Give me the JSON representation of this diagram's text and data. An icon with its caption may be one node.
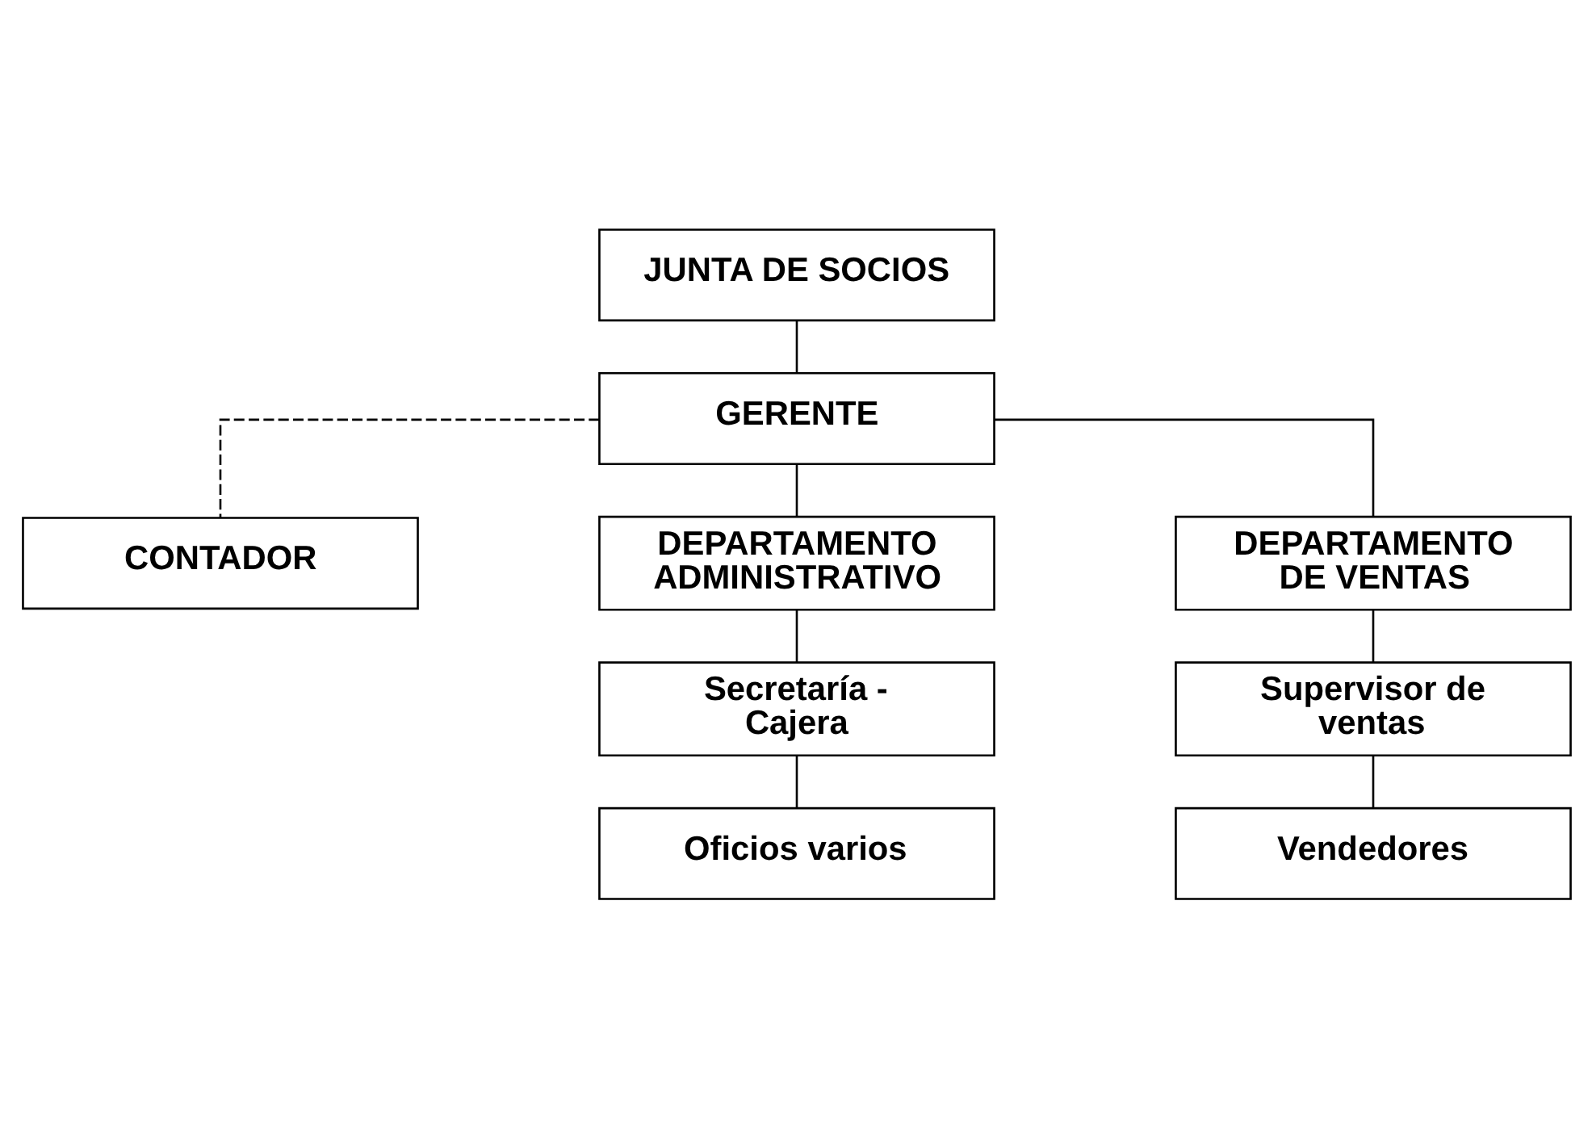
{
  "diagram": {
    "nodes": [
      {
        "text": [
          "JUNTA DE SOCIOS"
        ]
      },
      {
        "text": [
          "GERENTE"
        ]
      },
      {
        "text": [
          "CONTADOR"
        ]
      },
      {
        "text": [
          "DEPARTAMENTO ADMINISTRATIVO"
        ]
      },
      {
        "text": [
          "DEPARTAMENTO DE VENTAS"
        ]
      },
      {
        "text": [
          "Secretaría - Cajera"
        ]
      },
      {
        "text": [
          "Supervisor de ventas"
        ]
      },
      {
        "text": [
          "Oficios varios"
        ]
      },
      {
        "text": [
          "Vendedores"
        ]
      }
    ],
    "edges": [
      {
        "from": 0,
        "to": 1,
        "arrow": "none"
      },
      {
        "from": 1,
        "to": 2,
        "arrow": "none",
        "style": "dashed"
      },
      {
        "from": 1,
        "to": 3,
        "arrow": "none"
      },
      {
        "from": 1,
        "to": 4,
        "arrow": "none"
      },
      {
        "from": 3,
        "to": 5,
        "arrow": "none"
      },
      {
        "from": 4,
        "to": 6,
        "arrow": "none"
      },
      {
        "from": 5,
        "to": 7,
        "arrow": "none"
      },
      {
        "from": 6,
        "to": 8,
        "arrow": "none"
      }
    ]
  }
}
